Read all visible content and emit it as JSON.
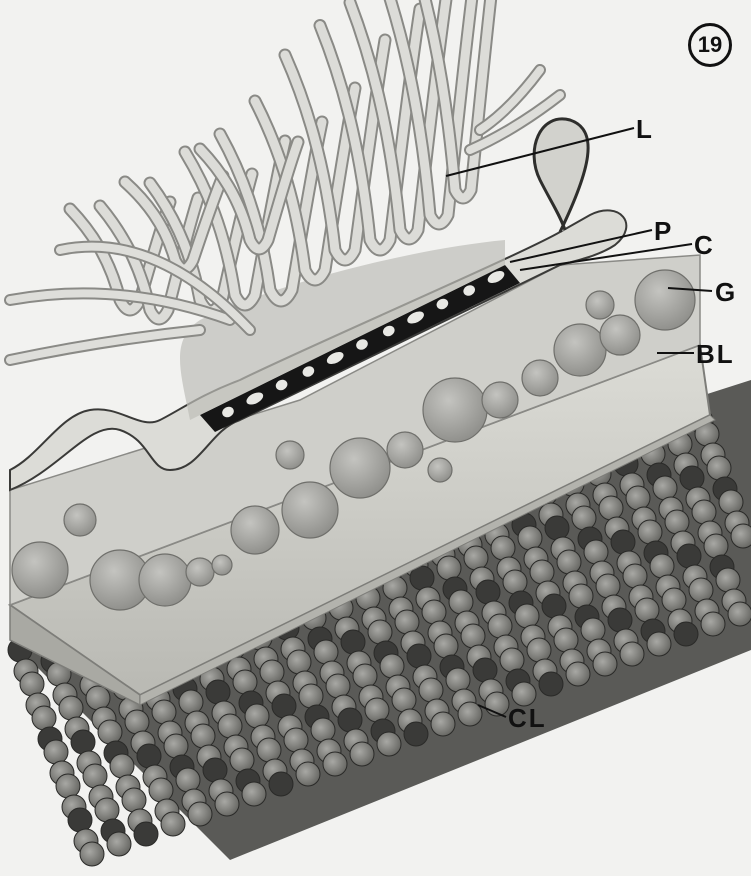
{
  "figure_number": "19",
  "labels": {
    "L": "L",
    "P": "P",
    "C": "C",
    "G": "G",
    "BL": "BL",
    "CL": "CL"
  },
  "colors": {
    "background": "#f2f2f0",
    "fiber": "#d7d7d3",
    "fiber_edge": "#8e8e8a",
    "ground": "#c9c9c5",
    "granule": "#a9a9a5",
    "basal_lamina": "#cfcfc9",
    "collagen_light": "#8b8b87",
    "collagen_dark": "#3a3a38",
    "plasma_band": "#161616"
  }
}
